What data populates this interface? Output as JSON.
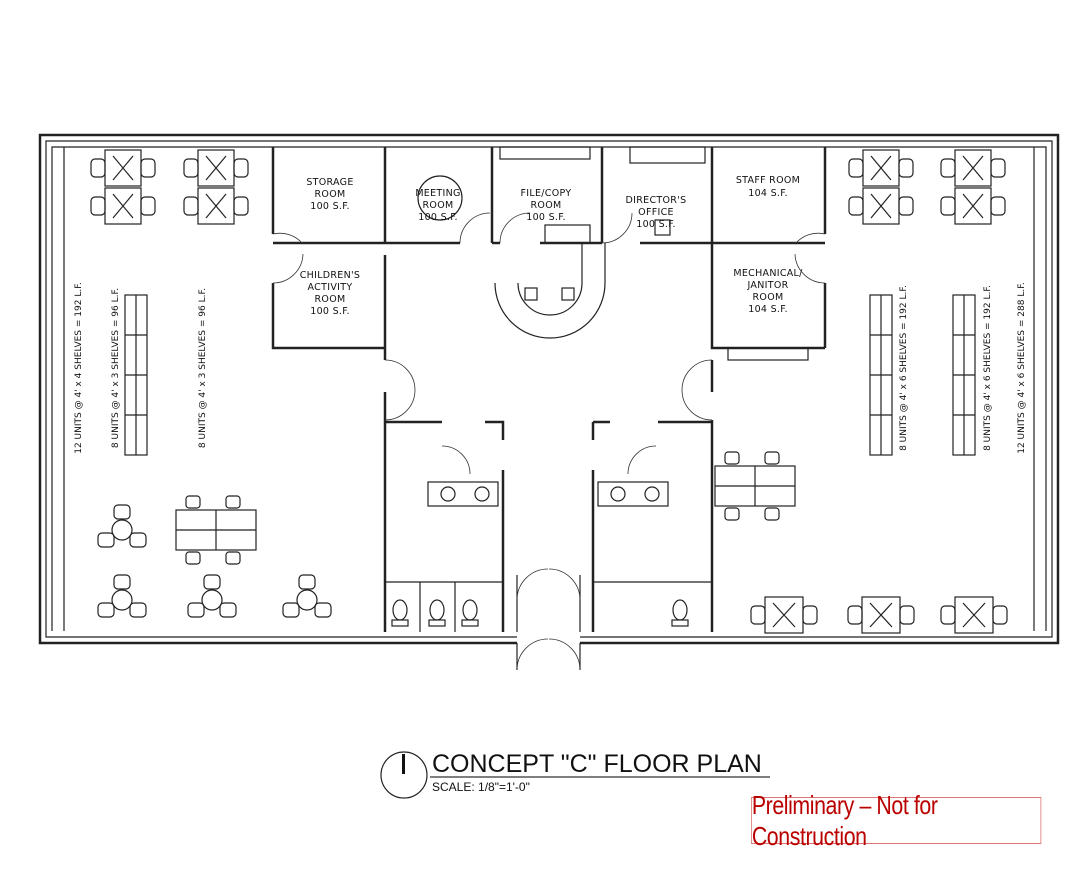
{
  "rooms": {
    "storage": [
      "STORAGE",
      "ROOM",
      "100 S.F."
    ],
    "meeting": [
      "MEETING",
      "ROOM",
      "100 S.F."
    ],
    "file_copy": [
      "FILE/COPY",
      "ROOM",
      "100 S.F."
    ],
    "director": [
      "DIRECTOR'S",
      "OFFICE",
      "100 S.F."
    ],
    "staff": [
      "STAFF ROOM",
      "104 S.F."
    ],
    "children": [
      "CHILDREN'S",
      "ACTIVITY",
      "ROOM",
      "100 S.F."
    ],
    "mechanical": [
      "MECHANICAL/",
      "JANITOR",
      "ROOM",
      "104 S.F."
    ]
  },
  "shelves": {
    "left_1": "12 UNITS @ 4' x 4 SHELVES = 192 L.F.",
    "left_2": "8 UNITS @ 4' x 3 SHELVES = 96 L.F.",
    "left_3": "8 UNITS @ 4' x 3 SHELVES = 96 L.F.",
    "right_1": "8 UNITS @ 4' x 6 SHELVES = 192 L.F.",
    "right_2": "8 UNITS @ 4' x 6 SHELVES = 192 L.F.",
    "right_3": "12 UNITS @ 4' x 6 SHELVES = 288 L.F."
  },
  "title_block": {
    "title": "CONCEPT \"C\" FLOOR PLAN",
    "scale": "SCALE: 1/8\"=1'-0\"",
    "stamp": "Preliminary – Not for Construction"
  },
  "colors": {
    "stamp": "#b00000",
    "stamp_border": "#dd7777"
  }
}
